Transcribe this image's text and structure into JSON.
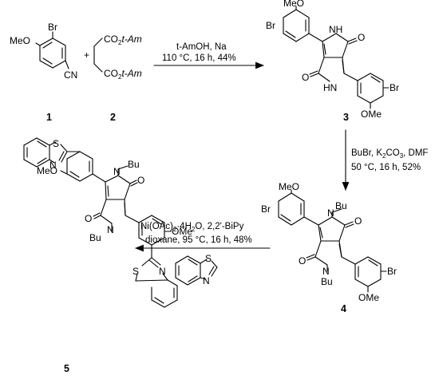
{
  "compounds": {
    "c1": {
      "label": "1",
      "atoms": {
        "br": "Br",
        "meo": "MeO",
        "cn": "CN"
      }
    },
    "c2": {
      "label": "2",
      "ester_top": "CO",
      "ester_bottom": "CO",
      "sub": "2",
      "tam": "t-Am"
    },
    "c3": {
      "label": "3"
    },
    "c4": {
      "label": "4",
      "bu": "Bu"
    },
    "c5": {
      "label": "5"
    }
  },
  "atoms": {
    "br": "Br",
    "meo": "MeO",
    "ome": "OMe",
    "o": "O",
    "nh": "NH",
    "hn": "HN",
    "n": "N",
    "s": "S",
    "bu": "Bu"
  },
  "plus": "+",
  "conditions": {
    "step1": {
      "line1": "t-AmOH, Na",
      "line2": "110 °C, 16 h, 44%"
    },
    "step2": {
      "line1_a": "BuBr, K",
      "line1_sub1": "2",
      "line1_b": "CO",
      "line1_sub2": "3",
      "line1_c": ", DMF",
      "line2": "50 °C, 16 h, 52%"
    },
    "step3": {
      "line1_a": "Ni(OAc)",
      "line1_sub1": "2",
      "line1_b": "·4H",
      "line1_sub2": "2",
      "line1_c": "O, 2,2'-BiPy",
      "line2": "dioxane, 95 °C, 16 h, 48%"
    }
  }
}
